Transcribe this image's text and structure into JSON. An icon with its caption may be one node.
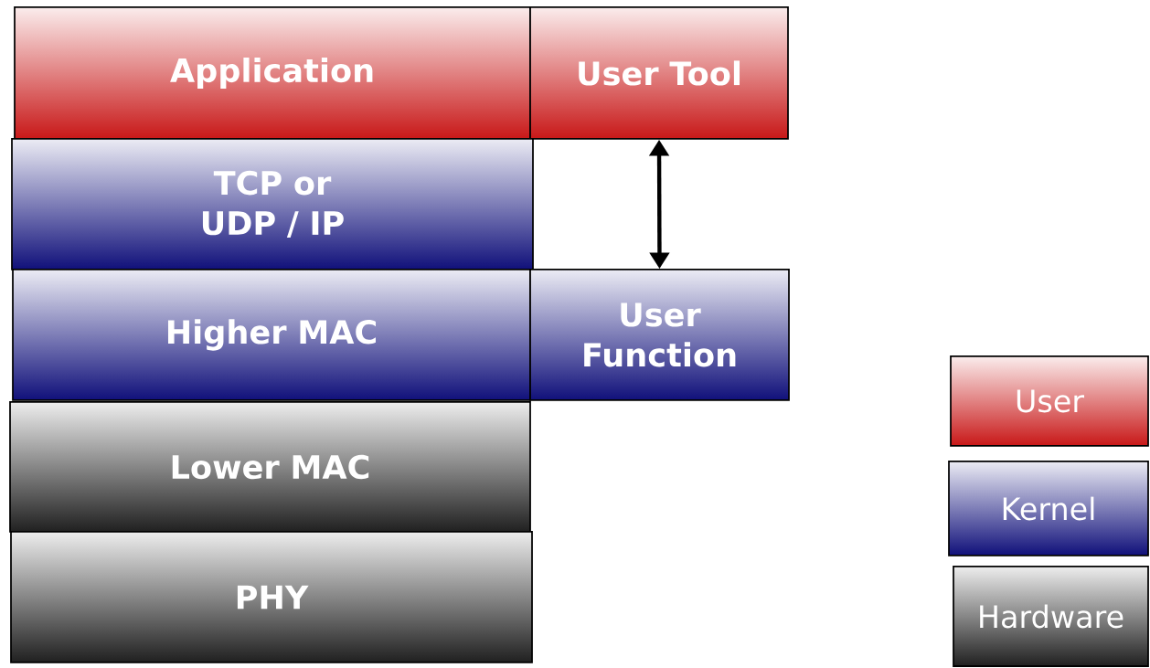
{
  "diagram": {
    "nodes": [
      {
        "text": [
          "Application"
        ]
      },
      {
        "text": [
          "User Tool"
        ]
      },
      {
        "text": [
          "TCP or UDP / IP"
        ]
      },
      {
        "text": [
          "Higher MAC"
        ]
      },
      {
        "text": [
          "User Function"
        ]
      },
      {
        "text": [
          "Lower MAC"
        ]
      },
      {
        "text": [
          "PHY"
        ]
      }
    ],
    "edges": [
      {
        "from": 1,
        "to": 4,
        "arrow": "both"
      }
    ],
    "legend": [
      {
        "text": "User",
        "color": "#c81818"
      },
      {
        "text": "Kernel",
        "color": "#10107a"
      },
      {
        "text": "Hardware",
        "color": "#202020"
      }
    ]
  }
}
